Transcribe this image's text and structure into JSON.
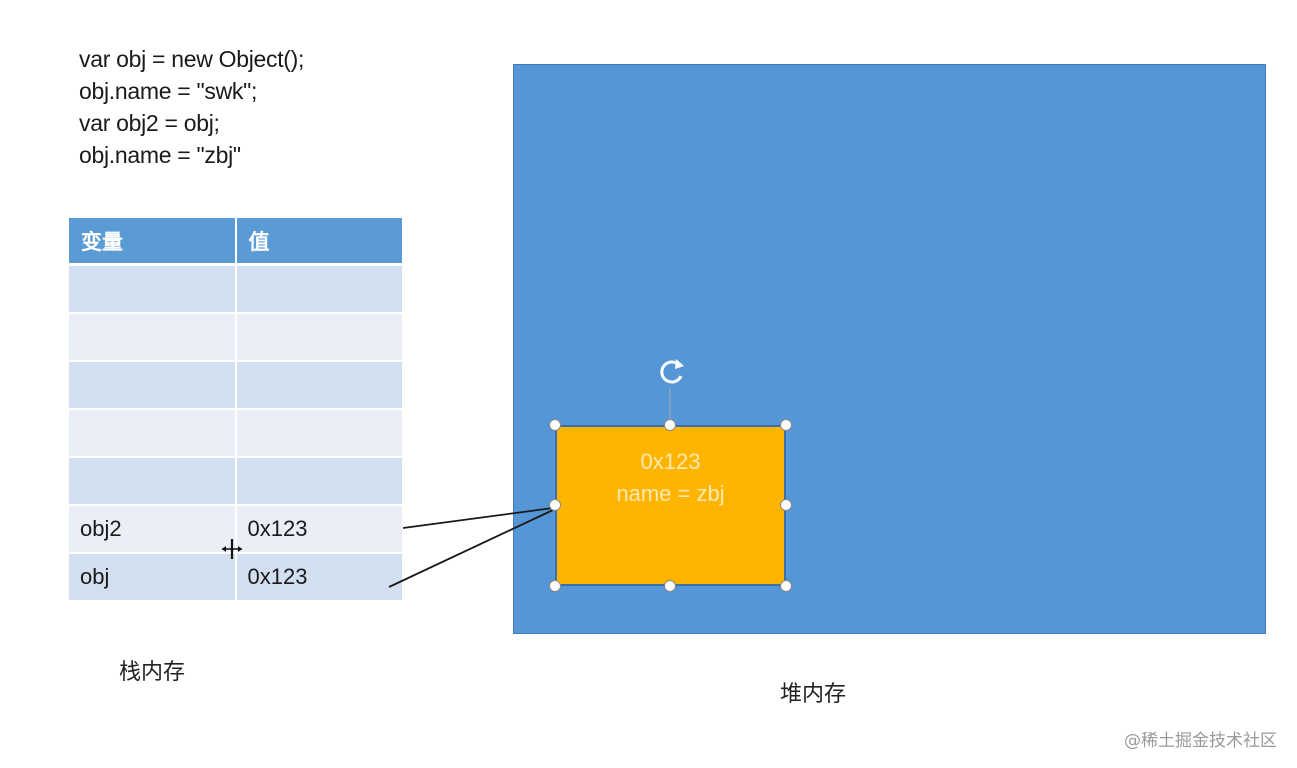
{
  "code_lines": [
    "var obj = new Object();",
    "obj.name = \"swk\";",
    "var obj2 = obj;",
    "obj.name = \"zbj\""
  ],
  "stack_table": {
    "headers": [
      "变量",
      "值"
    ],
    "rows": [
      {
        "variable": "",
        "value": ""
      },
      {
        "variable": "",
        "value": ""
      },
      {
        "variable": "",
        "value": ""
      },
      {
        "variable": "",
        "value": ""
      },
      {
        "variable": "",
        "value": ""
      },
      {
        "variable": "obj2",
        "value": "0x123"
      },
      {
        "variable": "obj",
        "value": "0x123"
      }
    ]
  },
  "stack_label": "栈内存",
  "heap_label": "堆内存",
  "heap_object": {
    "address": "0x123",
    "property": "name = zbj"
  },
  "watermark": "@稀土掘金技术社区",
  "colors": {
    "header_blue": "#5b9bd5",
    "heap_blue": "#5597d6",
    "object_orange": "#ffb400",
    "row_dark": "#d2dff0",
    "row_light": "#e9eef7"
  },
  "icons": {
    "rotate_handle": "rotate-icon",
    "cursor": "move-cursor-icon"
  }
}
